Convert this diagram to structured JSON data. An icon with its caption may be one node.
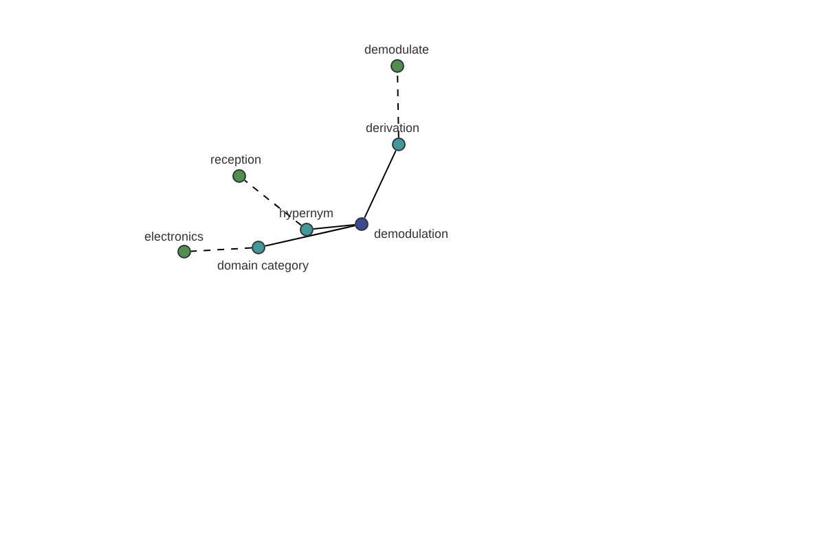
{
  "diagram": {
    "nodes": [
      {
        "text": [
          "demodulate"
        ]
      },
      {
        "text": [
          "derivation"
        ]
      },
      {
        "text": [
          "reception"
        ]
      },
      {
        "text": [
          "hypernym"
        ]
      },
      {
        "text": [
          "demodulation"
        ]
      },
      {
        "text": [
          "electronics"
        ]
      },
      {
        "text": [
          "domain category"
        ]
      }
    ],
    "edges": [
      {
        "from": 4,
        "to": 1,
        "arrow": "none"
      },
      {
        "from": 1,
        "to": 0,
        "arrow": "none",
        "style": "dashed"
      },
      {
        "from": 4,
        "to": 3,
        "arrow": "none"
      },
      {
        "from": 3,
        "to": 2,
        "arrow": "none",
        "style": "dashed"
      },
      {
        "from": 4,
        "to": 6,
        "arrow": "none"
      },
      {
        "from": 6,
        "to": 5,
        "arrow": "none",
        "style": "dashed"
      }
    ]
  }
}
